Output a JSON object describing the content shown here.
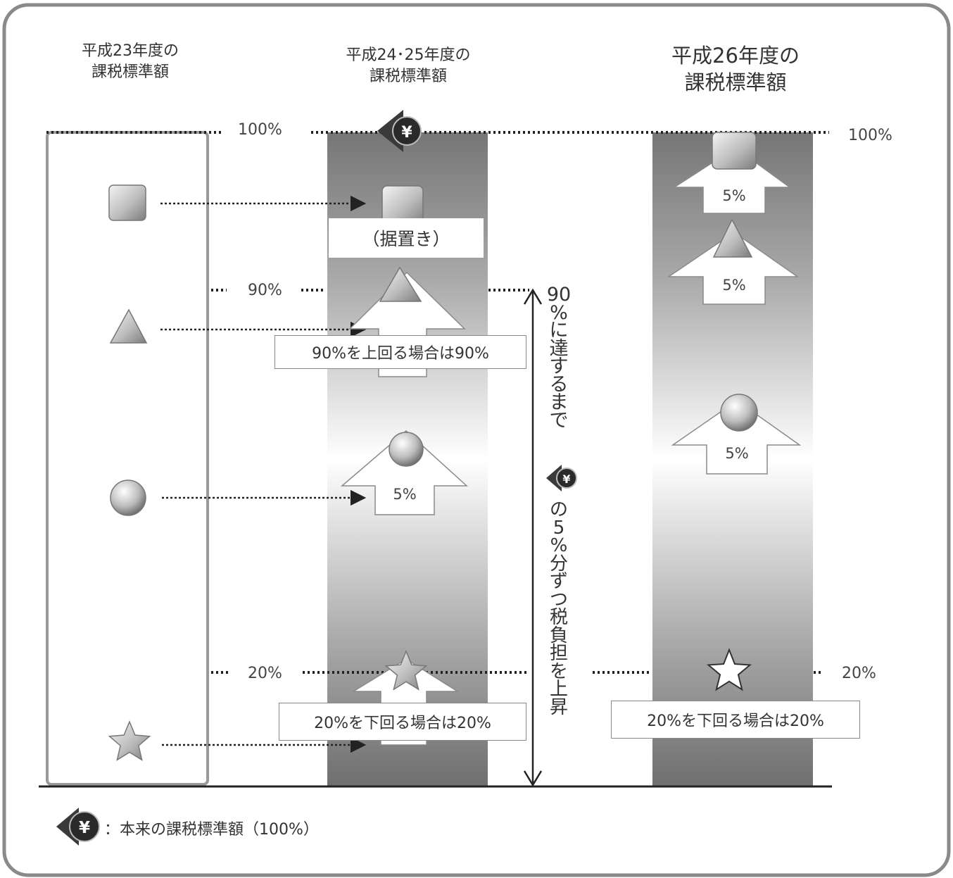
{
  "headers": {
    "year23": [
      "平成23年度の",
      "課税標準額"
    ],
    "year2425": [
      "平成24･25年度の",
      "課税標準額"
    ],
    "year26": [
      "平成26年度の",
      "課税標準額"
    ]
  },
  "levels": {
    "p100_left": "100%",
    "p100_right": "100%",
    "p90": "90%",
    "p20_left": "20%",
    "p20_right": "20%"
  },
  "column2": {
    "square_note": "（据置き）",
    "triangle_note": "90%を上回る場合は90%",
    "circle_step": "5%",
    "star_note": "20%を下回る場合は20%"
  },
  "column3": {
    "square_step": "5%",
    "triangle_step": "5%",
    "circle_step": "5%",
    "star_note": "20%を下回る場合は20%"
  },
  "vertical_label": {
    "before_icon": [
      "90",
      "%",
      "に",
      "達",
      "す",
      "る",
      "ま",
      "で"
    ],
    "after_icon": [
      "の",
      "5",
      "%",
      "分",
      "ず",
      "つ",
      "税",
      "負",
      "担",
      "を",
      "上",
      "昇"
    ]
  },
  "legend": {
    "text": "：本来の課税標準額（100%）",
    "icon_glyph": "¥"
  }
}
